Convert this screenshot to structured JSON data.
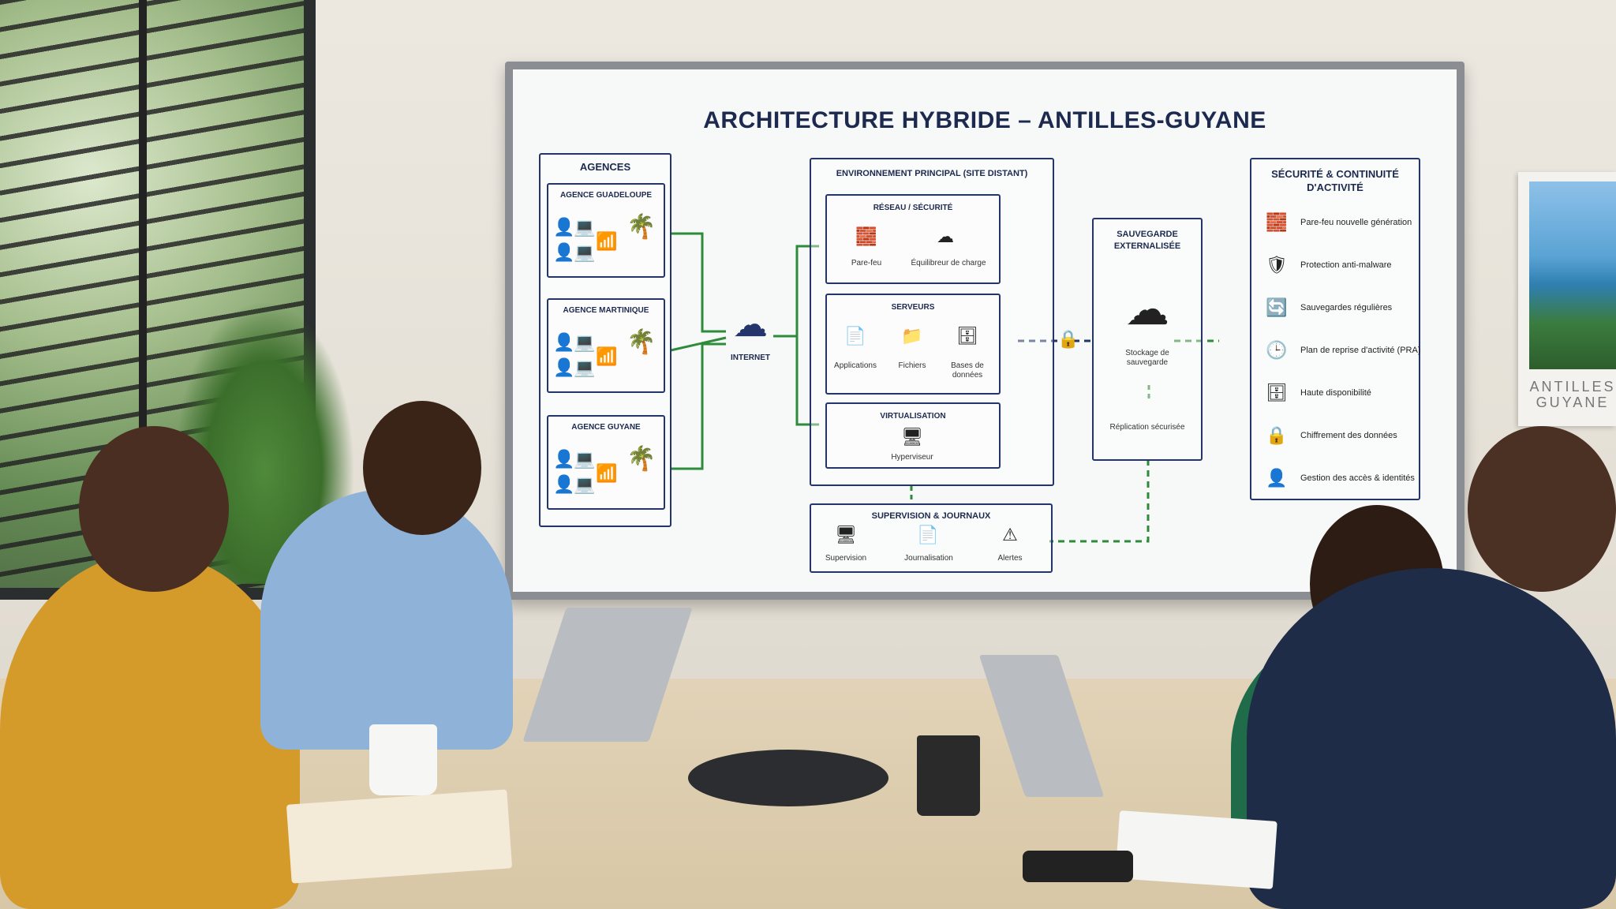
{
  "board": {
    "title": "ARCHITECTURE HYBRIDE – ANTILLES-GUYANE",
    "agences": {
      "title": "AGENCES",
      "items": [
        {
          "label": "AGENCE GUADELOUPE"
        },
        {
          "label": "AGENCE MARTINIQUE"
        },
        {
          "label": "AGENCE GUYANE"
        }
      ]
    },
    "internet": {
      "label": "INTERNET"
    },
    "env": {
      "title": "ENVIRONNEMENT PRINCIPAL (SITE DISTANT)",
      "reseau": {
        "title": "RÉSEAU / SÉCURITÉ",
        "items": [
          "Pare-feu",
          "Équilibreur de charge"
        ]
      },
      "serveurs": {
        "title": "SERVEURS",
        "items": [
          "Applications",
          "Fichiers",
          "Bases de données"
        ]
      },
      "virtualisation": {
        "title": "VIRTUALISATION",
        "items": [
          "Hyperviseur"
        ]
      }
    },
    "sauvegarde": {
      "title": "SAUVEGARDE EXTERNALISÉE",
      "storage": "Stockage de sauvegarde",
      "replication": "Réplication sécurisée"
    },
    "supervision": {
      "title": "SUPERVISION & JOURNAUX",
      "items": [
        "Supervision",
        "Journalisation",
        "Alertes"
      ]
    },
    "securite": {
      "title": "SÉCURITÉ & CONTINUITÉ D'ACTIVITÉ",
      "items": [
        {
          "label": "Pare-feu nouvelle génération",
          "icon": "firewall-icon"
        },
        {
          "label": "Protection anti-malware",
          "icon": "shield-icon"
        },
        {
          "label": "Sauvegardes régulières",
          "icon": "sync-icon"
        },
        {
          "label": "Plan de reprise d'activité (PRA)",
          "icon": "clock-icon"
        },
        {
          "label": "Haute disponibilité",
          "icon": "server-icon"
        },
        {
          "label": "Chiffrement des données",
          "icon": "lock-icon"
        },
        {
          "label": "Gestion des accès & identités",
          "icon": "user-icon"
        }
      ]
    }
  },
  "poster": {
    "text": "ANTILLES GUYANE"
  },
  "colors": {
    "navy": "#24356b",
    "green": "#2e8b3a",
    "wall": "#ece8e0"
  }
}
